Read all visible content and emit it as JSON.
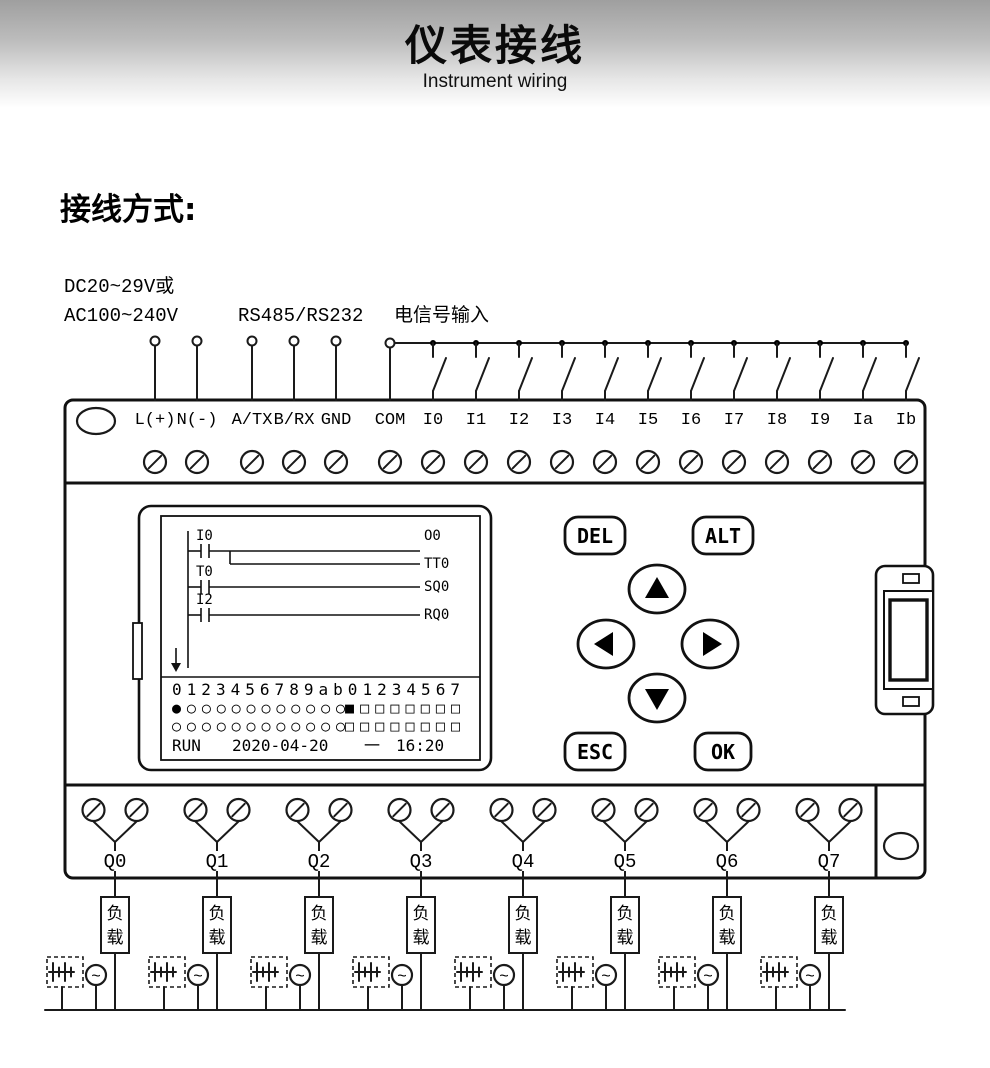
{
  "header": {
    "title": "仪表接线",
    "subtitle": "Instrument wiring"
  },
  "section_title": "接线方式:",
  "annotations": {
    "power_line1": "DC20~29V或",
    "power_line2": "AC100~240V",
    "comm": "RS485/RS232",
    "signal_input": "电信号输入"
  },
  "terminals": {
    "top": [
      "L(+)",
      "N(-)",
      "A/TX",
      "B/RX",
      "GND",
      "COM",
      "I0",
      "I1",
      "I2",
      "I3",
      "I4",
      "I5",
      "I6",
      "I7",
      "I8",
      "I9",
      "Ia",
      "Ib"
    ],
    "outputs": [
      "Q0",
      "Q1",
      "Q2",
      "Q3",
      "Q4",
      "Q5",
      "Q6",
      "Q7"
    ]
  },
  "lcd": {
    "rungs": [
      {
        "contact": "I0",
        "outputs": [
          "O0",
          "TT0"
        ]
      },
      {
        "contact": "T0",
        "outputs": [
          "SQ0"
        ]
      },
      {
        "contact": "I2",
        "outputs": [
          "RQ0"
        ]
      }
    ],
    "scale_row": "0123456789ab01234567",
    "indicator_rows": [
      {
        "circles": "●○○○○○○○○○○○",
        "squares": "■□□□□□□□"
      },
      {
        "circles": "○○○○○○○○○○○○",
        "squares": "□□□□□□□□"
      }
    ],
    "status": {
      "mode": "RUN",
      "date": "2020-04-20",
      "weekday": "一",
      "time": "16:20"
    }
  },
  "buttons": {
    "del": "DEL",
    "alt": "ALT",
    "esc": "ESC",
    "ok": "OK"
  },
  "load_label": "负载",
  "colors": {
    "text": "#000000",
    "banner_gray": "#a0a0a0",
    "background": "#ffffff"
  }
}
